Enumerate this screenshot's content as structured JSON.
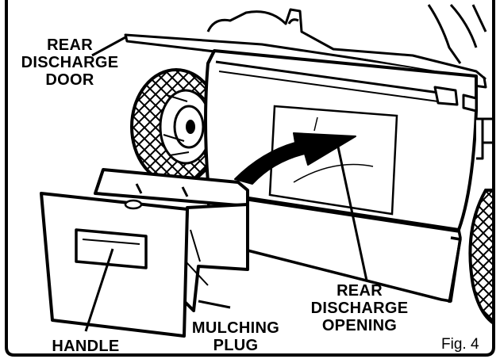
{
  "labels": {
    "rear_discharge_door": [
      "REAR",
      "DISCHARGE",
      "DOOR"
    ],
    "rear_discharge_opening": [
      "REAR",
      "DISCHARGE",
      "OPENING"
    ],
    "mulching_plug": [
      "MULCHING",
      "PLUG"
    ],
    "handle": "HANDLE"
  },
  "figure_label": "Fig. 4"
}
